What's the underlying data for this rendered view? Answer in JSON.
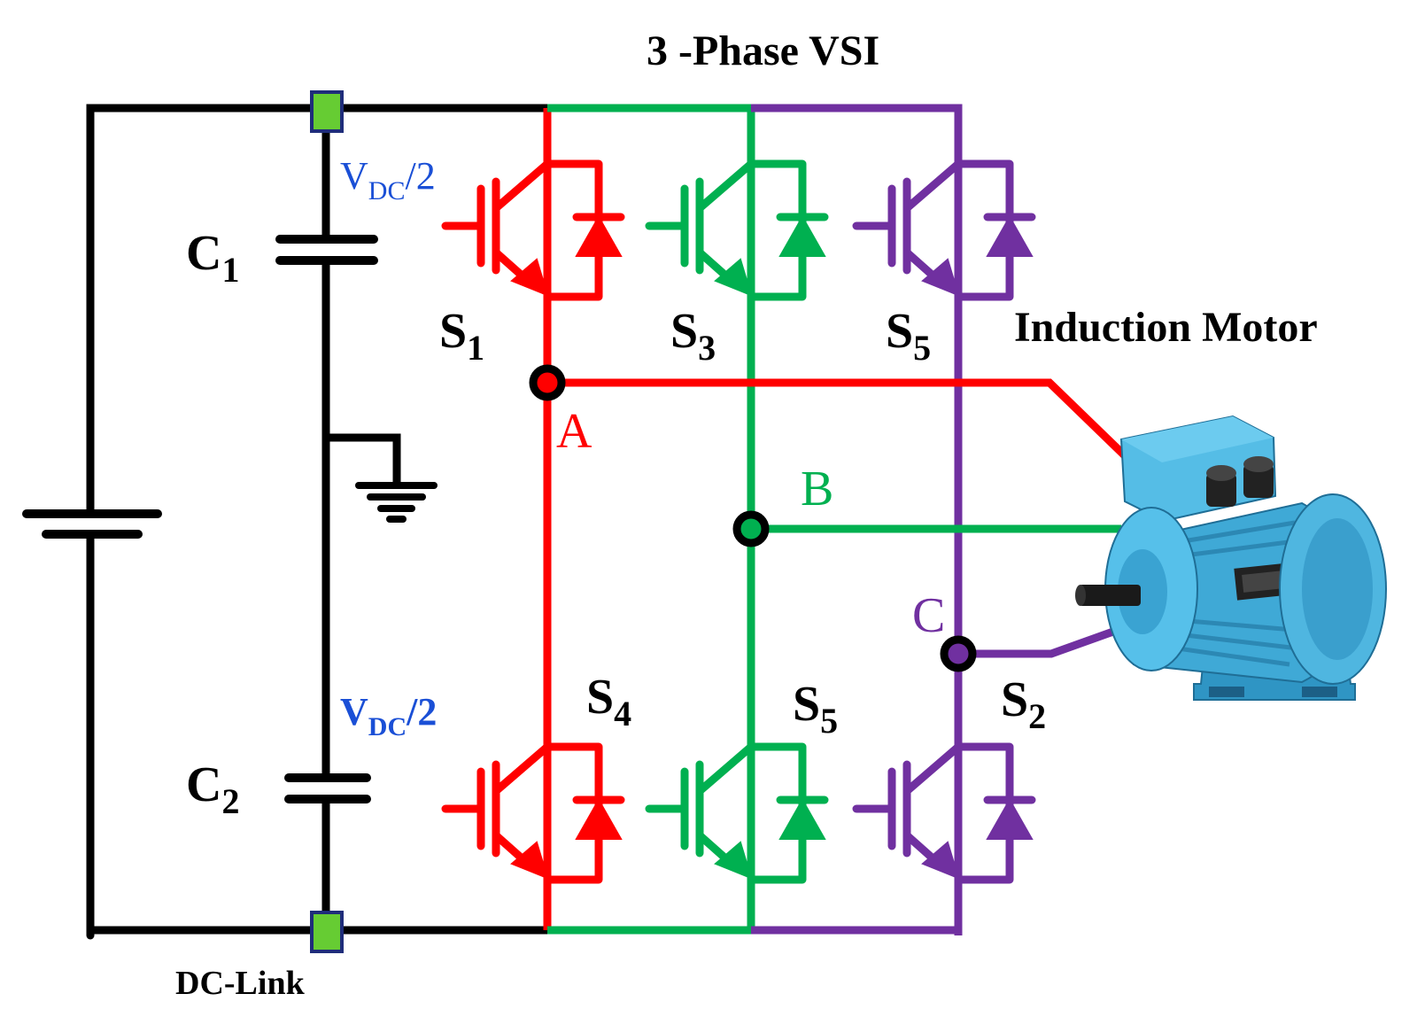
{
  "title": "3 -Phase VSI",
  "motor_label": "Induction Motor",
  "dc_link_label": "DC-Link",
  "capacitors": [
    {
      "main": "C",
      "sub": "1"
    },
    {
      "main": "C",
      "sub": "2"
    }
  ],
  "voltages": [
    {
      "main": "V",
      "sub": "DC",
      "tail": "/2"
    },
    {
      "main": "V",
      "sub": "DC",
      "tail": "/2"
    }
  ],
  "switches": [
    {
      "main": "S",
      "sub": "1"
    },
    {
      "main": "S",
      "sub": "3"
    },
    {
      "main": "S",
      "sub": "5"
    },
    {
      "main": "S",
      "sub": "4"
    },
    {
      "main": "S",
      "sub": "5"
    },
    {
      "main": "S",
      "sub": "2"
    }
  ],
  "phases": [
    {
      "label": "A",
      "color": "#ff0000"
    },
    {
      "label": "B",
      "color": "#00b050"
    },
    {
      "label": "C",
      "color": "#7030a0"
    }
  ],
  "colors": {
    "dc_bus": "#000000",
    "node_fill": "#66cc33",
    "node_border": "#1f2d7a",
    "voltage_label": "#1a4fd6",
    "motor_body": "#3fa9d6"
  }
}
